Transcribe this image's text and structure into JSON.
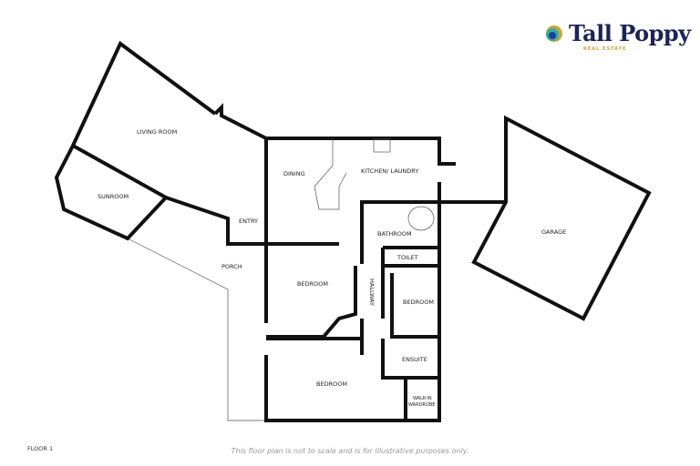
{
  "logo": {
    "name": "Tall Poppy",
    "tagline": "REAL ESTATE",
    "colors": {
      "navy": "#1c2358",
      "gold": "#c9a53a",
      "teal": "#3aa9a0"
    }
  },
  "rooms": {
    "living_room": "LIVING ROOM",
    "sunroom": "SUNROOM",
    "dining": "DINING",
    "kitchen": "KITCHEN/ LAUNDRY",
    "entry": "ENTRY",
    "porch": "PORCH",
    "bathroom": "BATHROOM",
    "toilet": "TOILET",
    "garage": "GARAGE",
    "bedroom1": "BEDROOM",
    "hallway": "HALLWAY",
    "bedroom2": "BEDROOM",
    "ensuite": "ENSUITE",
    "bedroom3": "BEDROOM",
    "walkin1": "WALK-IN",
    "walkin2": "WARDROBE"
  },
  "floor_label": "FLOOR 1",
  "disclaimer": "This floor plan is not to scale and is for illustrative purposes only."
}
